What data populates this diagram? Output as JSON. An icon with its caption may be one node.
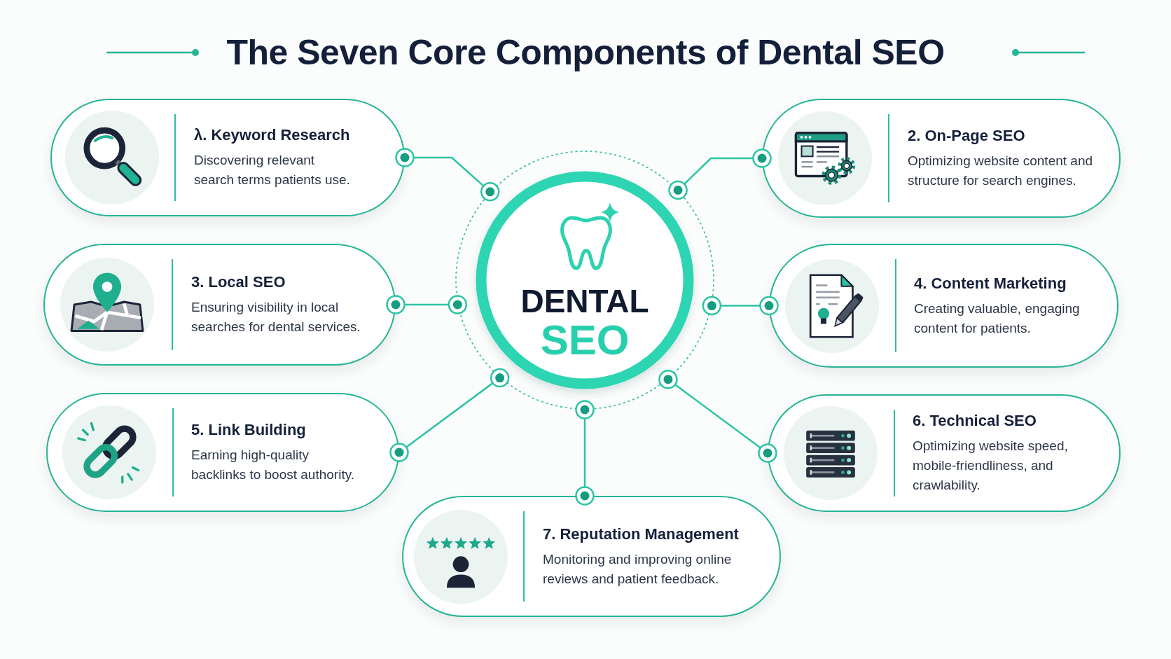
{
  "diagram": {
    "title": "The Seven Core Components of Dental SEO",
    "nodes": [
      {
        "text": [
          "λ. Keyword Research",
          "Discovering relevant search terms patients use."
        ]
      },
      {
        "text": [
          "2. On-Page SEO",
          "Optimizing website content and structure for search engines."
        ]
      },
      {
        "text": [
          "DENTAL",
          "SEO"
        ]
      },
      {
        "text": [
          "3. Local SEO",
          "Ensuring visibility in local searches for dental services."
        ]
      },
      {
        "text": [
          "4. Content Marketing",
          "Creating valuable, engaging content for patients."
        ]
      },
      {
        "text": [
          "5. Link Building",
          "Earning high-quality backlinks to boost authority."
        ]
      },
      {
        "text": [
          "6. Technical SEO",
          "Optimizing website speed, mobile-friendliness, and crawlability."
        ]
      },
      {
        "text": [
          "7. Reputation Management",
          "Monitoring and improving online reviews and patient feedback."
        ]
      }
    ],
    "edges": [
      {
        "from": 2,
        "to": 0,
        "arrow": "other"
      },
      {
        "from": 2,
        "to": 1,
        "arrow": "other"
      },
      {
        "from": 2,
        "to": 3,
        "arrow": "other"
      },
      {
        "from": 2,
        "to": 4,
        "arrow": "other"
      },
      {
        "from": 2,
        "to": 5,
        "arrow": "other"
      },
      {
        "from": 2,
        "to": 6,
        "arrow": "other"
      },
      {
        "from": 2,
        "to": 7,
        "arrow": "other"
      }
    ]
  }
}
